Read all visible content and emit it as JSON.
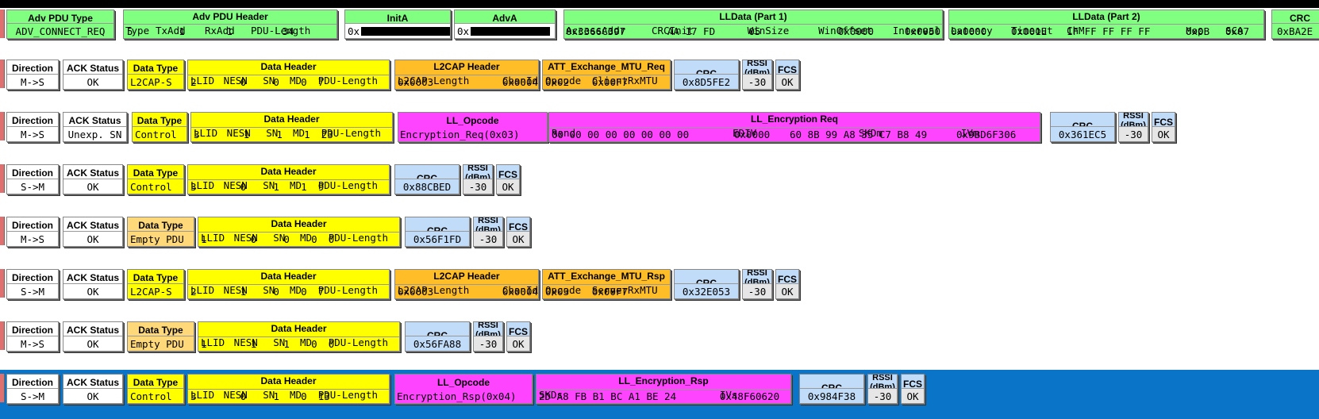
{
  "adv_packet": {
    "adv_pdu_type": {
      "label": "Adv PDU Type",
      "value": "ADV_CONNECT_REQ"
    },
    "adv_pdu_header": {
      "label": "Adv PDU Header",
      "fields": [
        "Type",
        "TxAdd",
        "RxAdd",
        "PDU-Length"
      ],
      "values": [
        "5",
        "1",
        "1",
        "34"
      ]
    },
    "init_a": {
      "label": "InitA",
      "prefix": "0x"
    },
    "adv_a": {
      "label": "AdvA",
      "prefix": "0x"
    },
    "lldata1": {
      "label": "LLData (Part 1)",
      "fields": [
        "AccessAddr",
        "CRCInit",
        "WinSize",
        "WinOffset",
        "Interval"
      ],
      "values": [
        "0x3366C397",
        "AA 17 FD",
        "05",
        "0x0000",
        "0x0050"
      ]
    },
    "lldata2": {
      "label": "LLData (Part 2)",
      "fields": [
        "Latency",
        "Timeout",
        "ChM",
        "Hop",
        "SCA"
      ],
      "values": [
        "0x0000",
        "0x001E",
        "1F FF FF FF FF",
        "0x0B",
        "0x07"
      ]
    },
    "crc": {
      "label": "CRC",
      "value": "0xBA2E"
    }
  },
  "labels": {
    "direction": "Direction",
    "ack_status": "ACK Status",
    "data_type": "Data Type",
    "data_header": "Data Header",
    "crc": "CRC",
    "rssi_line1": "RSSI",
    "rssi_line2": "(dBm)",
    "fcs": "FCS",
    "l2cap_header": "L2CAP Header",
    "ll_opcode": "LL_Opcode",
    "data_header_fields": [
      "LLID",
      "NESN",
      "SN",
      "MD",
      "PDU-Length"
    ],
    "l2cap_fields": [
      "L2CAP-Length",
      "ChanId"
    ]
  },
  "packets": [
    {
      "direction": "M->S",
      "ack": "OK",
      "data_type": "L2CAP-S",
      "dh": [
        "2",
        "0",
        "0",
        "0",
        "7"
      ],
      "l2cap": [
        "0x0003",
        "0x0004"
      ],
      "att": {
        "title": "ATT_Exchange_MTU_Req",
        "fields": [
          "Opcode",
          "ClientRxMTU"
        ],
        "values": [
          "0x02",
          "0x00F7"
        ]
      },
      "crc": "0x8D5FE2",
      "rssi": "-30",
      "fcs": "OK"
    },
    {
      "direction": "M->S",
      "ack": "Unexp. SN",
      "data_type": "Control",
      "dh": [
        "3",
        "1",
        "1",
        "1",
        "23"
      ],
      "opcode": "Encryption_Req(0x03)",
      "enc_req": {
        "title": "LL_Encryption Req",
        "fields": [
          "Rand",
          "EDIV",
          "SKDm",
          "IVm"
        ],
        "values": [
          "00 00 00 00 00 00 00 00",
          "0x0000",
          "60 8B 99 A8 35 C7 B8 49",
          "0x9BD6F306"
        ]
      },
      "crc": "0x361EC5",
      "rssi": "-30",
      "fcs": "OK"
    },
    {
      "direction": "S->M",
      "ack": "OK",
      "data_type": "Control",
      "dh": [
        "3",
        "0",
        "1",
        "1",
        "9"
      ],
      "crc": "0x88CBED",
      "rssi": "-30",
      "fcs": "OK"
    },
    {
      "direction": "M->S",
      "ack": "OK",
      "data_type": "Empty PDU",
      "dh": [
        "1",
        "0",
        "0",
        "0",
        "0"
      ],
      "crc": "0x56F1FD",
      "rssi": "-30",
      "fcs": "OK"
    },
    {
      "direction": "S->M",
      "ack": "OK",
      "data_type": "L2CAP-S",
      "dh": [
        "2",
        "1",
        "0",
        "0",
        "7"
      ],
      "l2cap": [
        "0x0003",
        "0x0004"
      ],
      "att": {
        "title": "ATT_Exchange_MTU_Rsp",
        "fields": [
          "Opcode",
          "ServerRxMTU"
        ],
        "values": [
          "0x03",
          "0x00F7"
        ]
      },
      "crc": "0x32E053",
      "rssi": "-30",
      "fcs": "OK"
    },
    {
      "direction": "M->S",
      "ack": "OK",
      "data_type": "Empty PDU",
      "dh": [
        "1",
        "1",
        "1",
        "0",
        "0"
      ],
      "crc": "0x56FA88",
      "rssi": "-30",
      "fcs": "OK"
    },
    {
      "direction": "S->M",
      "ack": "OK",
      "data_type": "Control",
      "dh": [
        "3",
        "0",
        "1",
        "0",
        "13"
      ],
      "opcode": "Encryption_Rsp(0x04)",
      "enc_rsp": {
        "title": "LL_Encryption_Rsp",
        "fields": [
          "SKDs",
          "IVs"
        ],
        "values": [
          "2D A8 FB B1 BC A1 BE 24",
          "0x48F60620"
        ]
      },
      "crc": "0x984F38",
      "rssi": "-30",
      "fcs": "OK"
    }
  ],
  "colors": {
    "data_header": "#ffff00",
    "adv": "#80ff80",
    "l2cap": "#ffbe28",
    "ll_control": "#ff44ff",
    "crc": "#c0dcf8",
    "empty_pdu": "#ffd87a",
    "selected_row": "#0a74c9"
  }
}
